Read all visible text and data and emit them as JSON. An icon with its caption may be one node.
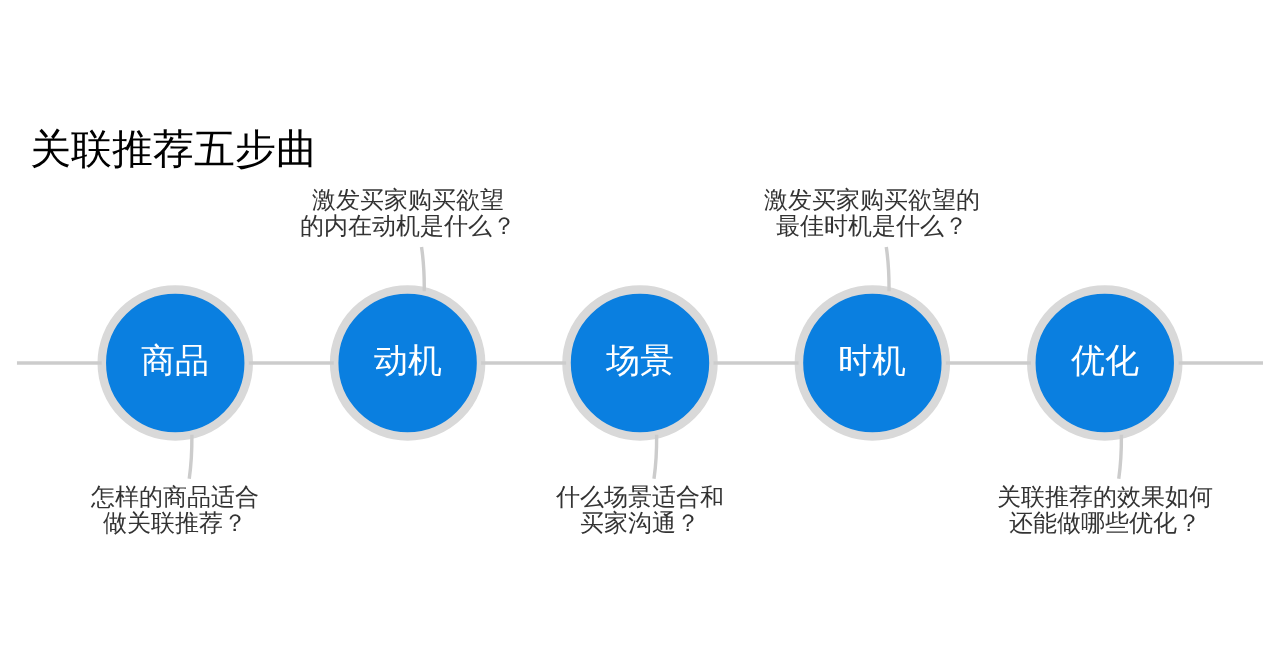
{
  "diagram": {
    "title": "关联推荐五步曲",
    "nodes": [
      {
        "text": [
          "商品"
        ]
      },
      {
        "text": [
          "动机"
        ]
      },
      {
        "text": [
          "场景"
        ]
      },
      {
        "text": [
          "时机"
        ]
      },
      {
        "text": [
          "优化"
        ]
      },
      {
        "text": [
          "怎样的商品适合做关联推荐？"
        ]
      },
      {
        "text": [
          "激发买家购买欲望的内在动机是什么？"
        ]
      },
      {
        "text": [
          "什么场景适合和买家沟通？"
        ]
      },
      {
        "text": [
          "激发买家购买欲望的最佳时机是什么？"
        ]
      },
      {
        "text": [
          "关联推荐的效果如何还能做哪些优化？"
        ]
      }
    ],
    "edges": [
      {
        "from": null,
        "to": 0,
        "arrow": "none"
      },
      {
        "from": 0,
        "to": 1,
        "arrow": "none"
      },
      {
        "from": 1,
        "to": 2,
        "arrow": "none"
      },
      {
        "from": 2,
        "to": 3,
        "arrow": "none"
      },
      {
        "from": 3,
        "to": 4,
        "arrow": "none"
      },
      {
        "from": 4,
        "to": null,
        "arrow": "none"
      },
      {
        "from": 5,
        "to": 0,
        "arrow": "none"
      },
      {
        "from": 6,
        "to": 1,
        "arrow": "none"
      },
      {
        "from": 7,
        "to": 2,
        "arrow": "none"
      },
      {
        "from": 8,
        "to": 3,
        "arrow": "none"
      },
      {
        "from": 9,
        "to": 4,
        "arrow": "none"
      }
    ]
  }
}
